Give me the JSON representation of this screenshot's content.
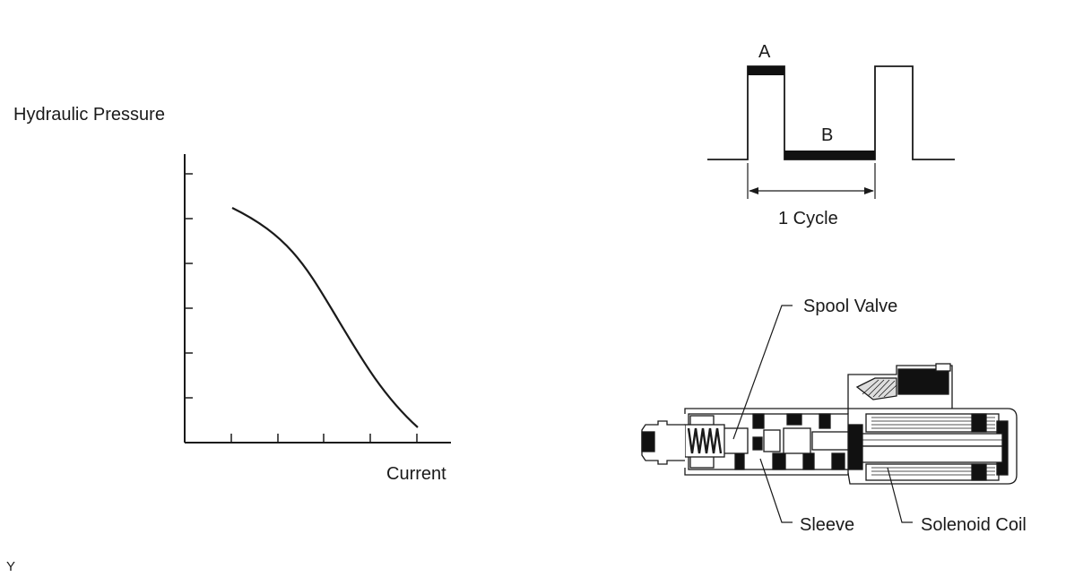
{
  "graph": {
    "y_label": "Hydraulic Pressure",
    "x_label": "Current"
  },
  "duty_cycle": {
    "label_a": "A",
    "label_b": "B",
    "cycle_label": "1 Cycle"
  },
  "solenoid": {
    "spool_valve": "Spool Valve",
    "sleeve": "Sleeve",
    "solenoid_coil": "Solenoid Coil"
  },
  "footer": {
    "code": "Y"
  }
}
